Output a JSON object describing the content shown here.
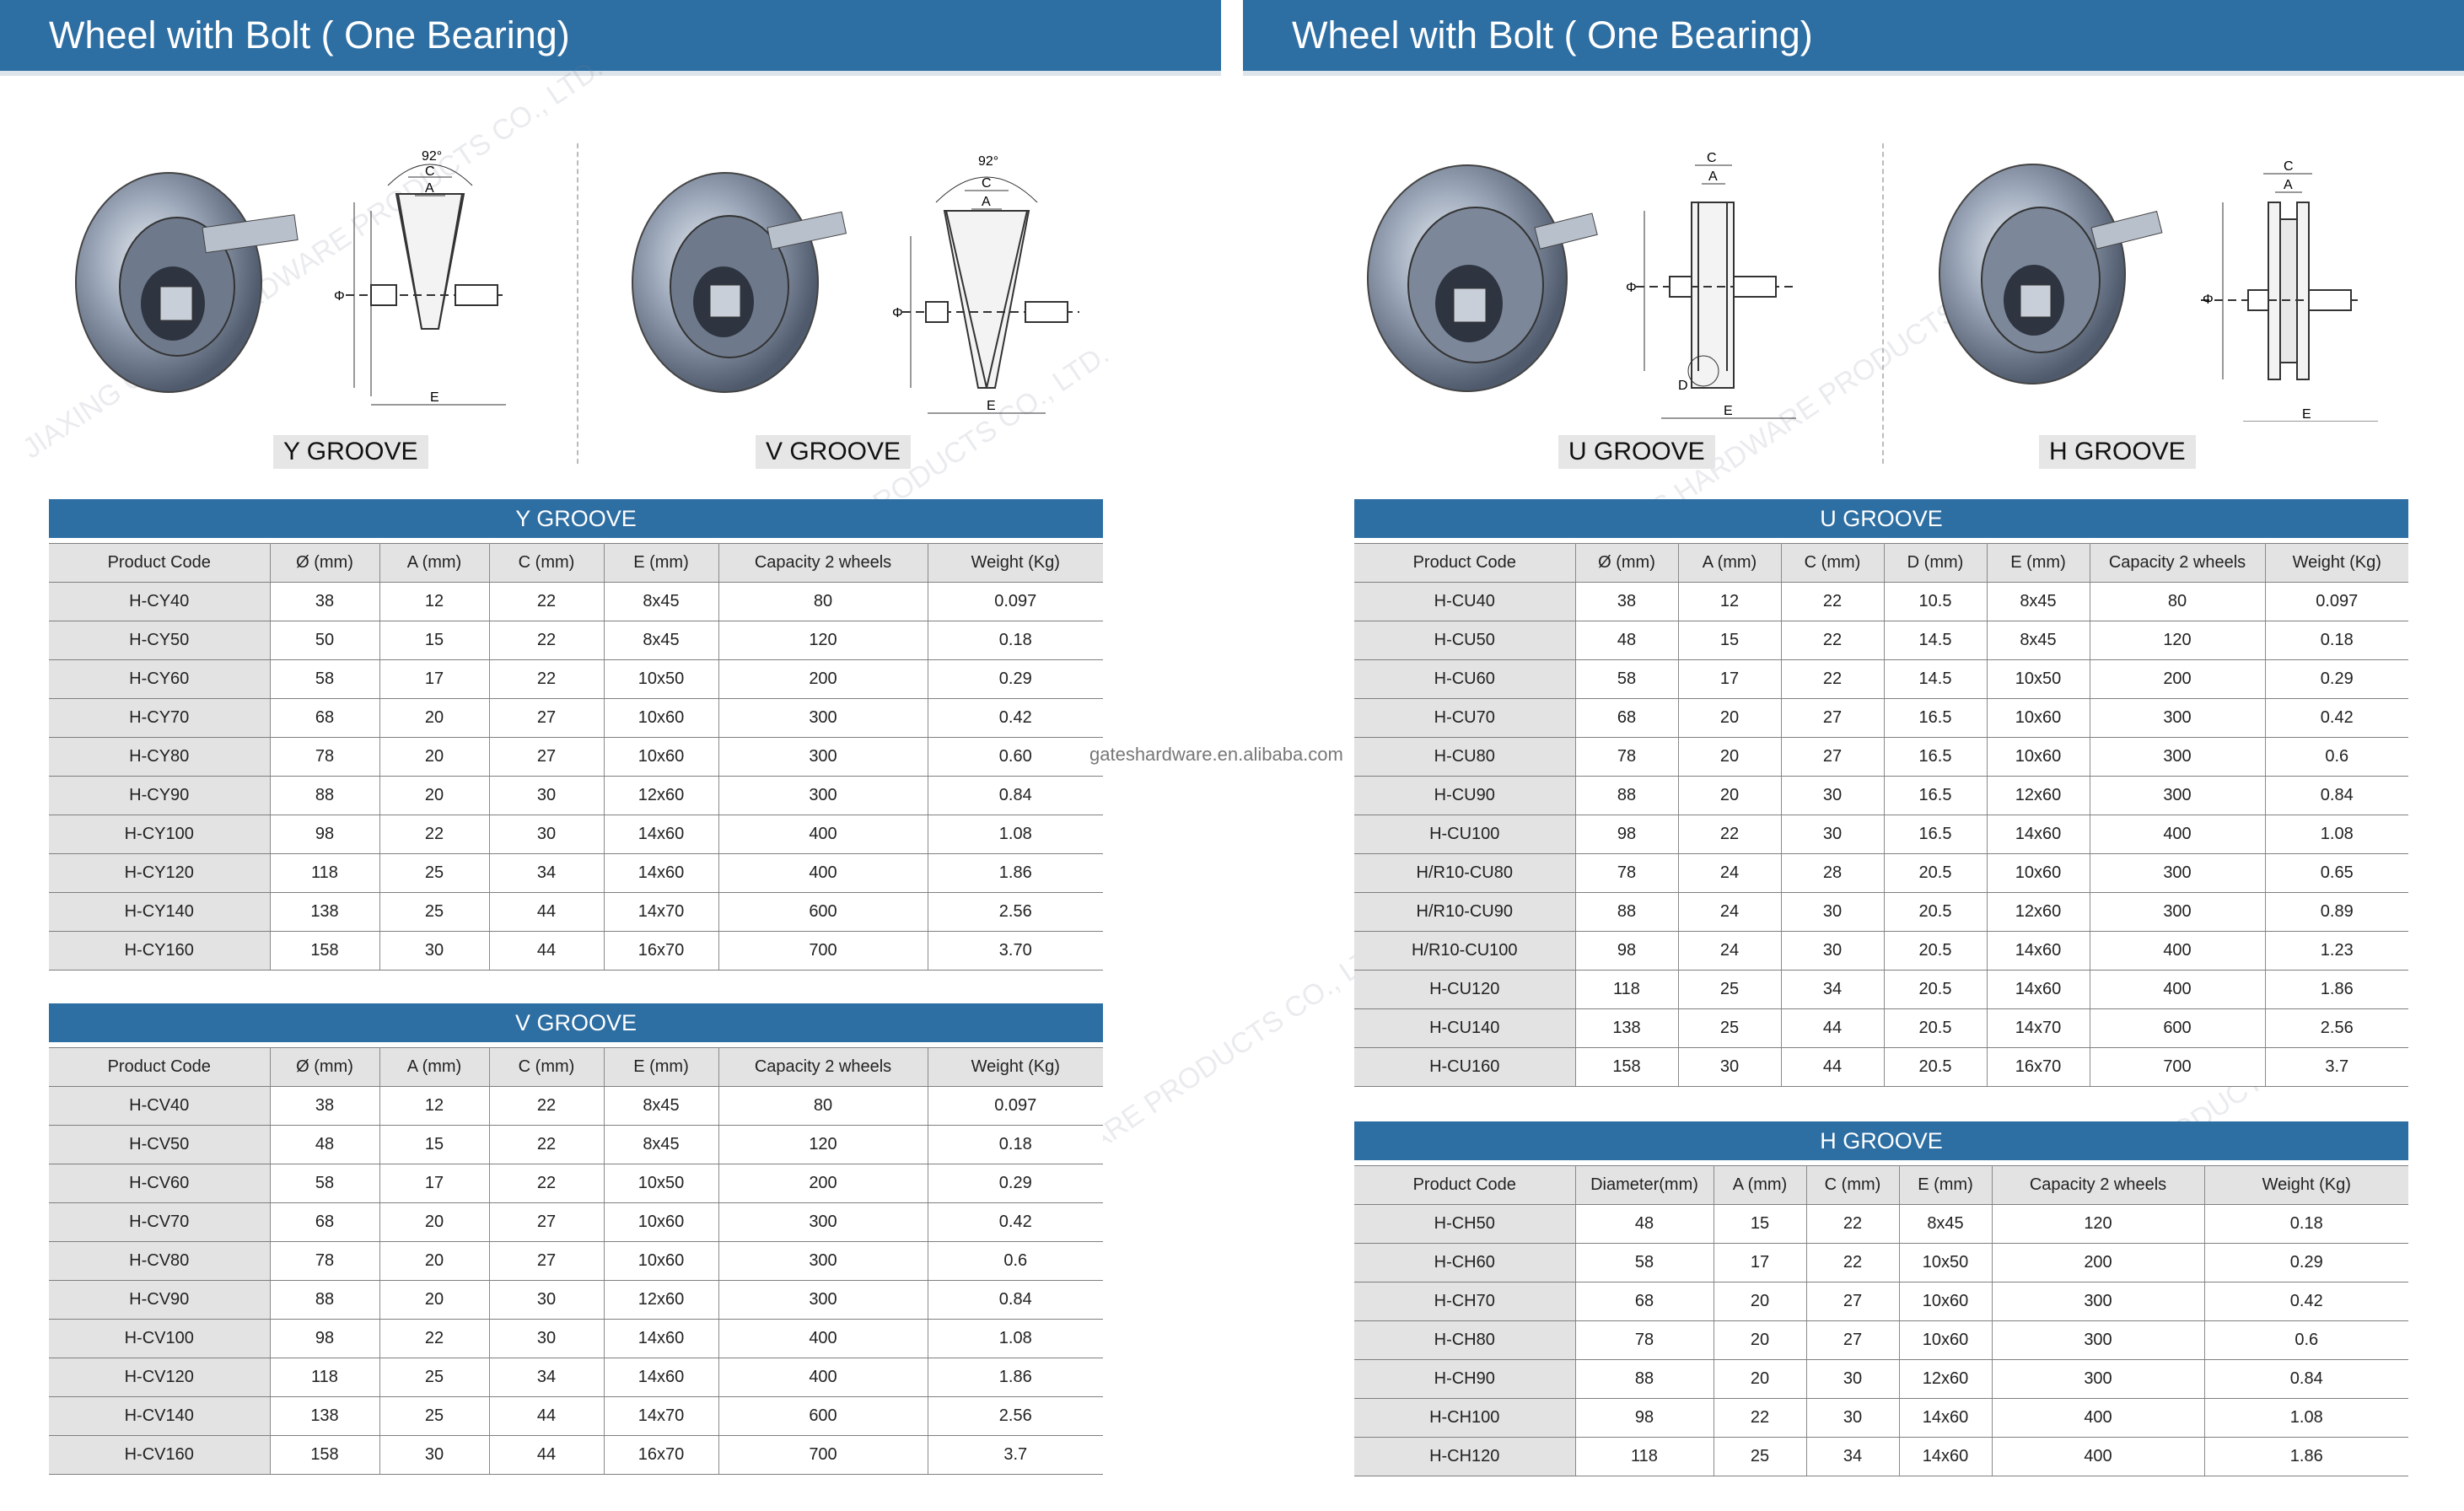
{
  "left_header": {
    "title": "Wheel with Bolt ( One Bearing)"
  },
  "right_header": {
    "title": "Wheel with Bolt ( One Bearing)"
  },
  "watermark": "JIAXING GATES HARDWARE PRODUCTS CO., LTD.",
  "website": "gateshardware.en.alibaba.com",
  "figures": {
    "y": {
      "label": "Y GROOVE",
      "angle": "92°",
      "dims": [
        "C",
        "A",
        "Φ",
        "E"
      ]
    },
    "v": {
      "label": "V GROOVE",
      "angle": "92°",
      "dims": [
        "C",
        "A",
        "Φ",
        "E"
      ]
    },
    "u": {
      "label": "U GROOVE",
      "dims": [
        "C",
        "A",
        "Φ",
        "D",
        "E"
      ]
    },
    "h": {
      "label": "H GROOVE",
      "dims": [
        "C",
        "A",
        "Φ",
        "E"
      ]
    }
  },
  "tables": {
    "y": {
      "caption": "Y GROOVE",
      "headers": [
        "Product Code",
        "Ø (mm)",
        "A (mm)",
        "C (mm)",
        "E (mm)",
        "Capacity 2 wheels",
        "Weight (Kg)"
      ],
      "rows": [
        [
          "H-CY40",
          "38",
          "12",
          "22",
          "8x45",
          "80",
          "0.097"
        ],
        [
          "H-CY50",
          "50",
          "15",
          "22",
          "8x45",
          "120",
          "0.18"
        ],
        [
          "H-CY60",
          "58",
          "17",
          "22",
          "10x50",
          "200",
          "0.29"
        ],
        [
          "H-CY70",
          "68",
          "20",
          "27",
          "10x60",
          "300",
          "0.42"
        ],
        [
          "H-CY80",
          "78",
          "20",
          "27",
          "10x60",
          "300",
          "0.60"
        ],
        [
          "H-CY90",
          "88",
          "20",
          "30",
          "12x60",
          "300",
          "0.84"
        ],
        [
          "H-CY100",
          "98",
          "22",
          "30",
          "14x60",
          "400",
          "1.08"
        ],
        [
          "H-CY120",
          "118",
          "25",
          "34",
          "14x60",
          "400",
          "1.86"
        ],
        [
          "H-CY140",
          "138",
          "25",
          "44",
          "14x70",
          "600",
          "2.56"
        ],
        [
          "H-CY160",
          "158",
          "30",
          "44",
          "16x70",
          "700",
          "3.70"
        ]
      ]
    },
    "v": {
      "caption": "V GROOVE",
      "headers": [
        "Product Code",
        "Ø (mm)",
        "A (mm)",
        "C (mm)",
        "E (mm)",
        "Capacity 2 wheels",
        "Weight (Kg)"
      ],
      "rows": [
        [
          "H-CV40",
          "38",
          "12",
          "22",
          "8x45",
          "80",
          "0.097"
        ],
        [
          "H-CV50",
          "48",
          "15",
          "22",
          "8x45",
          "120",
          "0.18"
        ],
        [
          "H-CV60",
          "58",
          "17",
          "22",
          "10x50",
          "200",
          "0.29"
        ],
        [
          "H-CV70",
          "68",
          "20",
          "27",
          "10x60",
          "300",
          "0.42"
        ],
        [
          "H-CV80",
          "78",
          "20",
          "27",
          "10x60",
          "300",
          "0.6"
        ],
        [
          "H-CV90",
          "88",
          "20",
          "30",
          "12x60",
          "300",
          "0.84"
        ],
        [
          "H-CV100",
          "98",
          "22",
          "30",
          "14x60",
          "400",
          "1.08"
        ],
        [
          "H-CV120",
          "118",
          "25",
          "34",
          "14x60",
          "400",
          "1.86"
        ],
        [
          "H-CV140",
          "138",
          "25",
          "44",
          "14x70",
          "600",
          "2.56"
        ],
        [
          "H-CV160",
          "158",
          "30",
          "44",
          "16x70",
          "700",
          "3.7"
        ]
      ]
    },
    "u": {
      "caption": "U GROOVE",
      "headers": [
        "Product Code",
        "Ø (mm)",
        "A (mm)",
        "C (mm)",
        "D (mm)",
        "E (mm)",
        "Capacity 2 wheels",
        "Weight (Kg)"
      ],
      "rows": [
        [
          "H-CU40",
          "38",
          "12",
          "22",
          "10.5",
          "8x45",
          "80",
          "0.097"
        ],
        [
          "H-CU50",
          "48",
          "15",
          "22",
          "14.5",
          "8x45",
          "120",
          "0.18"
        ],
        [
          "H-CU60",
          "58",
          "17",
          "22",
          "14.5",
          "10x50",
          "200",
          "0.29"
        ],
        [
          "H-CU70",
          "68",
          "20",
          "27",
          "16.5",
          "10x60",
          "300",
          "0.42"
        ],
        [
          "H-CU80",
          "78",
          "20",
          "27",
          "16.5",
          "10x60",
          "300",
          "0.6"
        ],
        [
          "H-CU90",
          "88",
          "20",
          "30",
          "16.5",
          "12x60",
          "300",
          "0.84"
        ],
        [
          "H-CU100",
          "98",
          "22",
          "30",
          "16.5",
          "14x60",
          "400",
          "1.08"
        ],
        [
          "H/R10-CU80",
          "78",
          "24",
          "28",
          "20.5",
          "10x60",
          "300",
          "0.65"
        ],
        [
          "H/R10-CU90",
          "88",
          "24",
          "30",
          "20.5",
          "12x60",
          "300",
          "0.89"
        ],
        [
          "H/R10-CU100",
          "98",
          "24",
          "30",
          "20.5",
          "14x60",
          "400",
          "1.23"
        ],
        [
          "H-CU120",
          "118",
          "25",
          "34",
          "20.5",
          "14x60",
          "400",
          "1.86"
        ],
        [
          "H-CU140",
          "138",
          "25",
          "44",
          "20.5",
          "14x70",
          "600",
          "2.56"
        ],
        [
          "H-CU160",
          "158",
          "30",
          "44",
          "20.5",
          "16x70",
          "700",
          "3.7"
        ]
      ]
    },
    "h": {
      "caption": "H GROOVE",
      "headers": [
        "Product Code",
        "Diameter(mm)",
        "A (mm)",
        "C (mm)",
        "E (mm)",
        "Capacity 2 wheels",
        "Weight (Kg)"
      ],
      "rows": [
        [
          "H-CH50",
          "48",
          "15",
          "22",
          "8x45",
          "120",
          "0.18"
        ],
        [
          "H-CH60",
          "58",
          "17",
          "22",
          "10x50",
          "200",
          "0.29"
        ],
        [
          "H-CH70",
          "68",
          "20",
          "27",
          "10x60",
          "300",
          "0.42"
        ],
        [
          "H-CH80",
          "78",
          "20",
          "27",
          "10x60",
          "300",
          "0.6"
        ],
        [
          "H-CH90",
          "88",
          "20",
          "30",
          "12x60",
          "300",
          "0.84"
        ],
        [
          "H-CH100",
          "98",
          "22",
          "30",
          "14x60",
          "400",
          "1.08"
        ],
        [
          "H-CH120",
          "118",
          "25",
          "34",
          "14x60",
          "400",
          "1.86"
        ]
      ]
    }
  }
}
